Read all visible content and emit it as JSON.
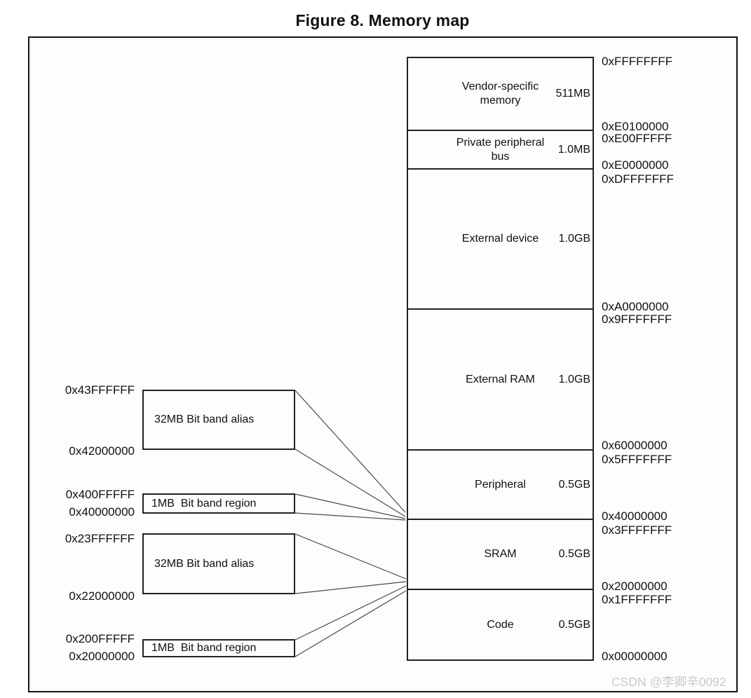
{
  "figure": {
    "title": "Figure 8. Memory map"
  },
  "memory_map": {
    "blocks": [
      {
        "name": "Vendor-specific memory",
        "size": "511MB",
        "top_address": "0xFFFFFFFF",
        "bottom_address": "0xE0100000"
      },
      {
        "name": "Private peripheral bus",
        "size": "1.0MB",
        "top_address": "0xE00FFFFF",
        "bottom_address": "0xE0000000"
      },
      {
        "name": "External device",
        "size": "1.0GB",
        "top_address": "0xDFFFFFFF",
        "bottom_address": "0xA0000000"
      },
      {
        "name": "External RAM",
        "size": "1.0GB",
        "top_address": "0x9FFFFFFF",
        "bottom_address": "0x60000000"
      },
      {
        "name": "Peripheral",
        "size": "0.5GB",
        "top_address": "0x5FFFFFFF",
        "bottom_address": "0x40000000"
      },
      {
        "name": "SRAM",
        "size": "0.5GB",
        "top_address": "0x3FFFFFFF",
        "bottom_address": "0x20000000"
      },
      {
        "name": "Code",
        "size": "0.5GB",
        "top_address": "0x1FFFFFFF",
        "bottom_address": "0x00000000"
      }
    ],
    "right_addresses": [
      "0xFFFFFFFF",
      "0xE0100000",
      "0xE00FFFFF",
      "0xE0000000",
      "0xDFFFFFFF",
      "0xA0000000",
      "0x9FFFFFFF",
      "0x60000000",
      "0x5FFFFFFF",
      "0x40000000",
      "0x3FFFFFFF",
      "0x20000000",
      "0x1FFFFFFF",
      "0x00000000"
    ],
    "bit_band": [
      {
        "label": "32MB Bit band alias",
        "top_address": "0x43FFFFFF",
        "bottom_address": "0x42000000"
      },
      {
        "label": "1MB  Bit band region",
        "top_address": "0x400FFFFF",
        "bottom_address": "0x40000000"
      },
      {
        "label": "32MB Bit band alias",
        "top_address": "0x23FFFFFF",
        "bottom_address": "0x22000000"
      },
      {
        "label": "1MB  Bit band region",
        "top_address": "0x200FFFFF",
        "bottom_address": "0x20000000"
      }
    ]
  },
  "watermark": "CSDN @李卿辛0092",
  "colors": {
    "line": "#222222",
    "background": "#fdfdfd",
    "watermark": "#c9c9c9"
  }
}
